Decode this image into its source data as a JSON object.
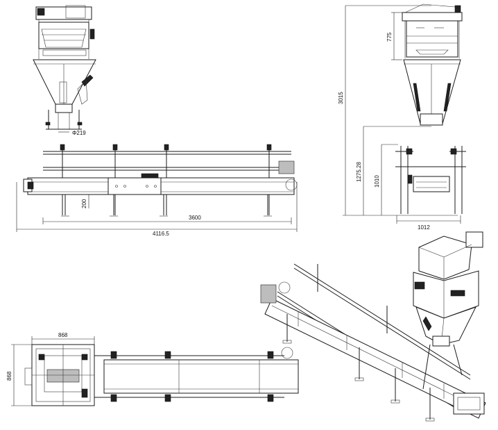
{
  "dimensions": {
    "top_left_outlet_dia": "Φ219",
    "side_height_200": "200",
    "side_span_3600": "3600",
    "side_overall_length": "4116.5",
    "right_total_height": "3015",
    "right_upper_height": "775",
    "right_mid_height": "1275.28",
    "right_mid_height_2": "1010",
    "right_base_width": "1012",
    "plan_width": "868",
    "plan_height": "868"
  }
}
